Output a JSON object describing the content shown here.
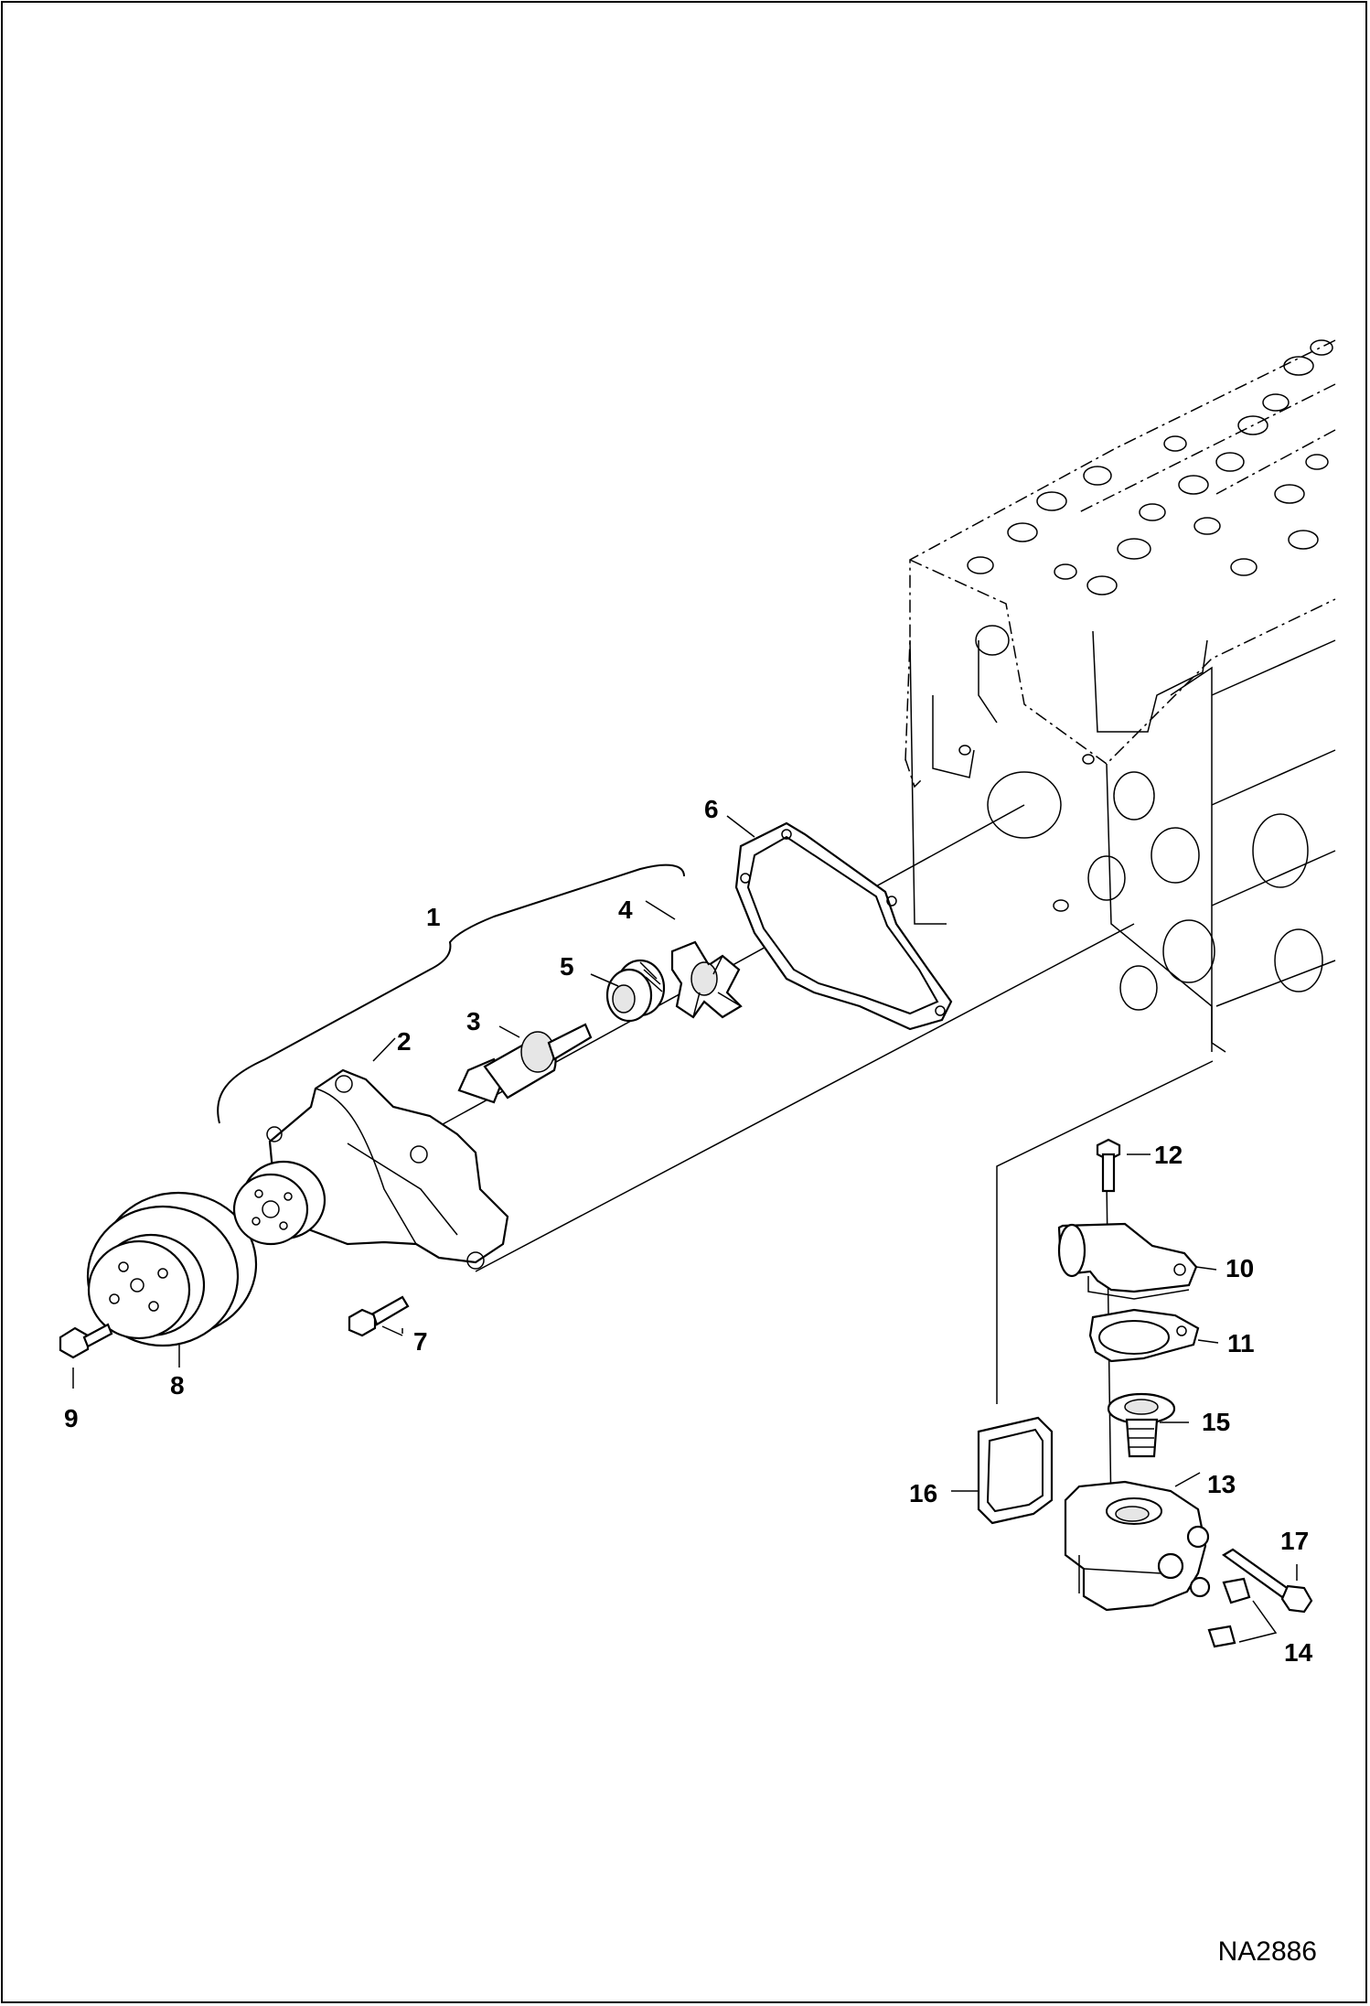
{
  "diagram": {
    "reference_code": "NA2886",
    "callouts": [
      "1",
      "2",
      "3",
      "4",
      "5",
      "6",
      "7",
      "8",
      "9",
      "10",
      "11",
      "12",
      "13",
      "14",
      "15",
      "16",
      "17"
    ]
  }
}
